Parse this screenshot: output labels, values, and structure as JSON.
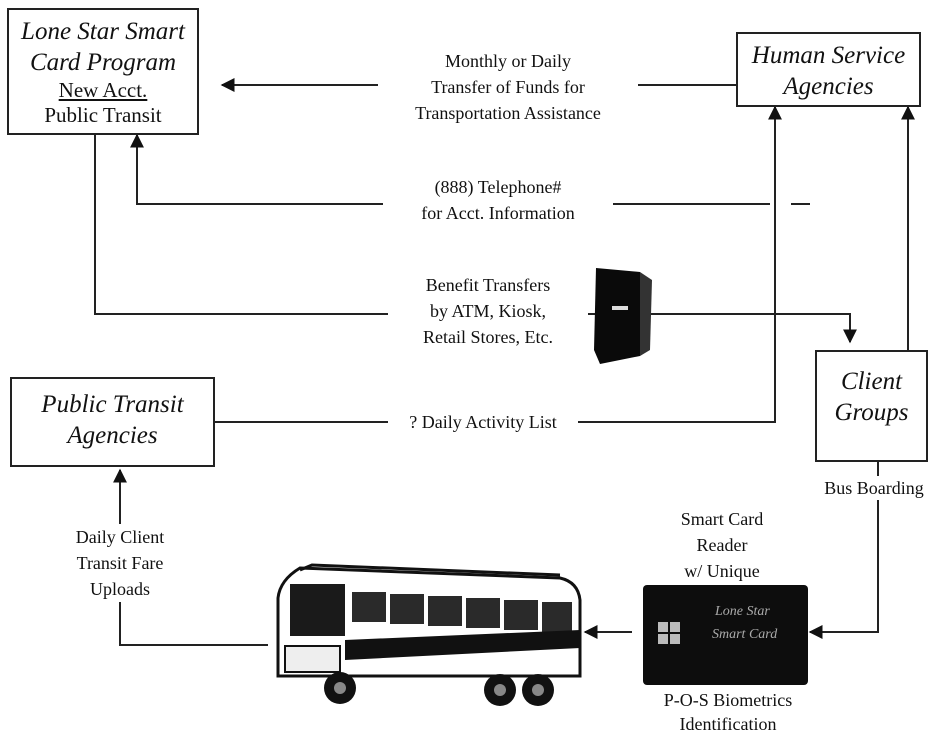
{
  "boxes": {
    "lone_star": {
      "title_line1": "Lone Star Smart",
      "title_line2": "Card Program",
      "line3": "New Acct.",
      "line4": "Public Transit"
    },
    "human_service": {
      "title_line1": "Human Service",
      "title_line2": "Agencies"
    },
    "client_groups": {
      "title_line1": "Client",
      "title_line2": "Groups"
    },
    "public_transit": {
      "title_line1": "Public Transit",
      "title_line2": "Agencies"
    }
  },
  "labels": {
    "funds_transfer": [
      "Monthly or Daily",
      "Transfer of Funds for",
      "Transportation Assistance"
    ],
    "telephone": [
      "(888) Telephone#",
      "for Acct. Information"
    ],
    "benefit_transfers": [
      "Benefit Transfers",
      "by ATM, Kiosk,",
      "Retail Stores, Etc."
    ],
    "daily_activity": "? Daily Activity List",
    "bus_boarding": "Bus Boarding",
    "card_reader": [
      "Smart Card",
      "Reader",
      "w/ Unique"
    ],
    "pos_biometrics": [
      "P-O-S Biometrics",
      "Identification"
    ],
    "fare_uploads": [
      "Daily Client",
      "Transit Fare",
      "Uploads"
    ]
  },
  "card": {
    "line1": "Lone Star",
    "line2": "Smart Card"
  }
}
